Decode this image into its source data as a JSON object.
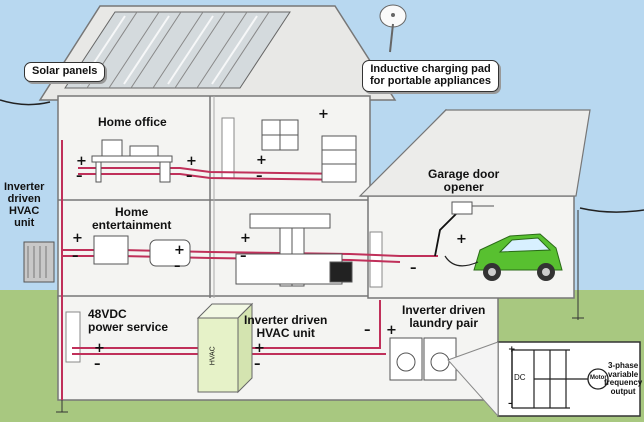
{
  "labels": {
    "solar_panels": "Solar panels",
    "inductive_pad": [
      "Inductive charging pad",
      "for portable appliances"
    ],
    "home_office": "Home office",
    "home_entertainment": [
      "Home",
      "entertainment"
    ],
    "garage_door": [
      "Garage door",
      "opener"
    ],
    "inverter_hvac_outside": [
      "Inverter",
      "driven",
      "HVAC",
      "unit"
    ],
    "power_service": [
      "48VDC",
      "power service"
    ],
    "inverter_hvac_inside": [
      "Inverter driven",
      "HVAC unit"
    ],
    "laundry": [
      "Inverter driven",
      "laundry pair"
    ],
    "three_phase": [
      "3-phase",
      "variable",
      "frequency",
      "output"
    ],
    "dc": "DC",
    "motor": "Motor",
    "hvac_tag": "HVAC",
    "plus": "+",
    "minus": "–"
  },
  "colors": {
    "sky": "#b8d8f0",
    "ground": "#a8c880",
    "wall": "#f4f4f2",
    "roof": "#e8e8e6",
    "solar": "#d8dde0",
    "dc_line": "#c0305a",
    "car": "#58c030",
    "hvac_box": "#e6f2c8"
  },
  "icons": [
    "satellite-dish-icon",
    "motor-icon",
    "car-icon",
    "washer-icon",
    "dryer-icon",
    "tv-icon",
    "computer-icon"
  ]
}
